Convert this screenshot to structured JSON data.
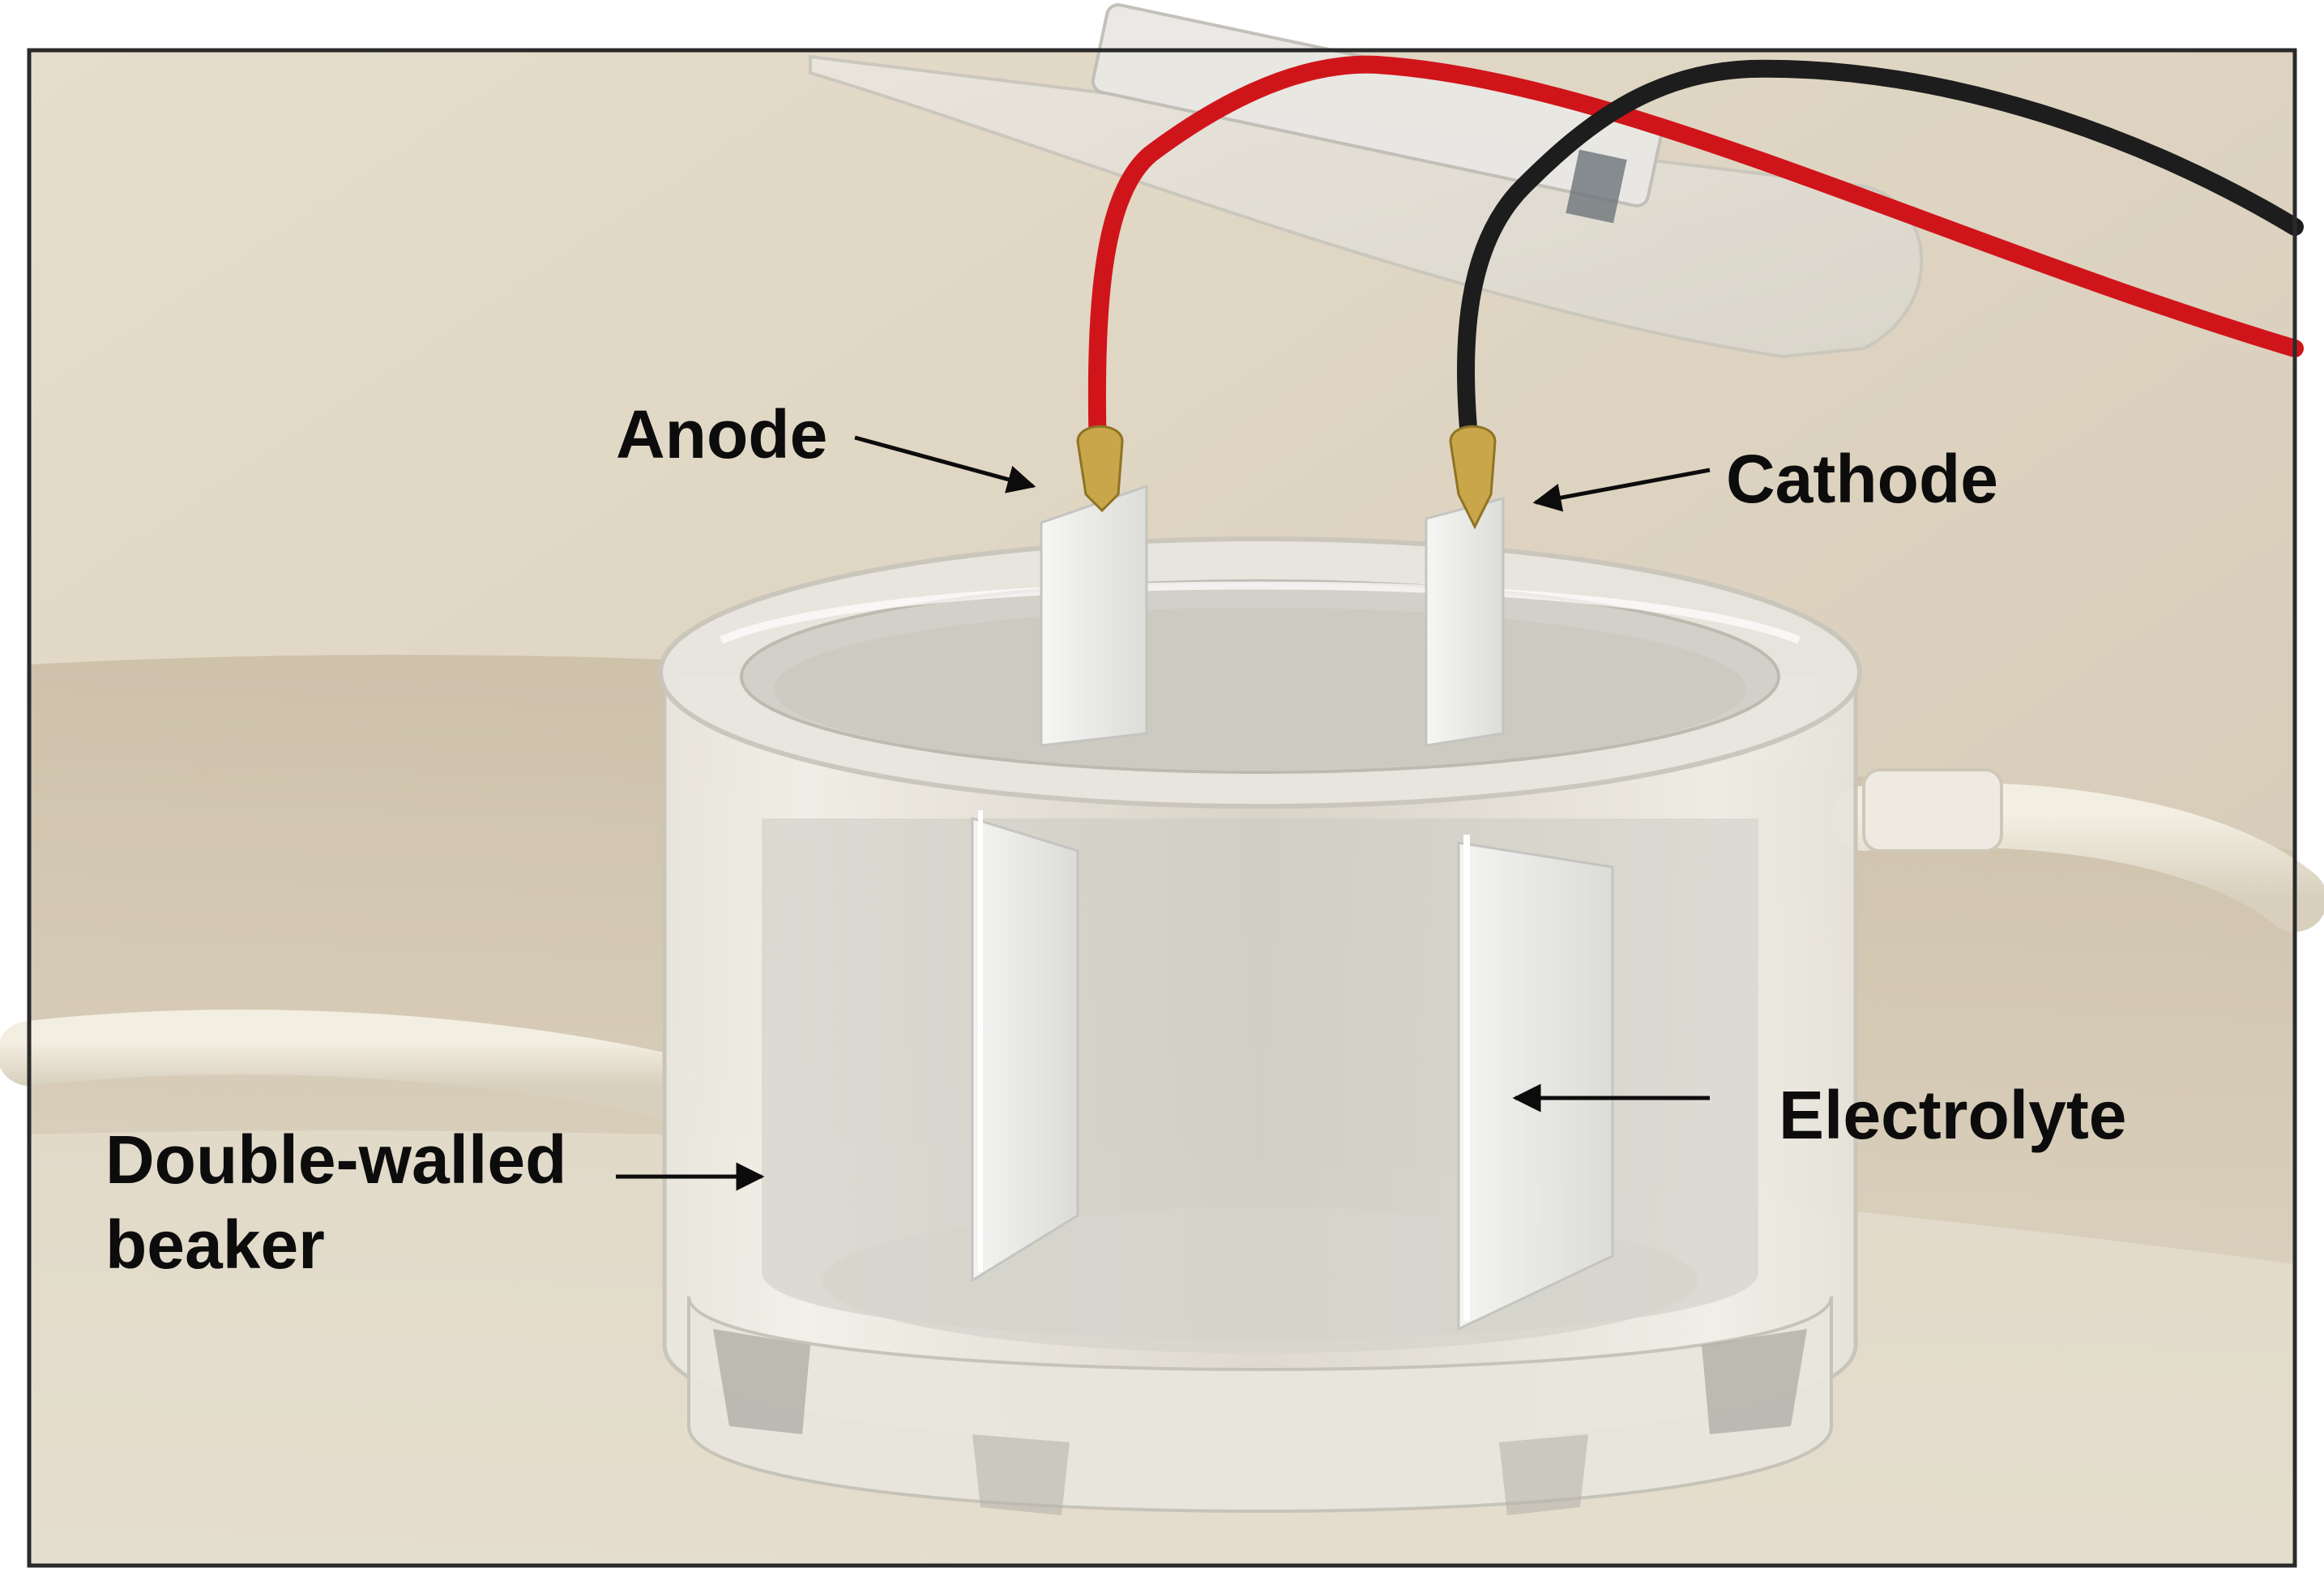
{
  "labels": {
    "anode": "Anode",
    "cathode": "Cathode",
    "electrolyte": "Electrolyte",
    "beaker_line1": "Double-walled",
    "beaker_line2": "beaker"
  },
  "colors": {
    "background": "#ddd4c2",
    "frame": "#2a2a2a",
    "red_wire": "#d0151a",
    "black_wire": "#1d1d1d",
    "glass": "#e4e2da",
    "electrode": "#ececea",
    "connector": "#c9a64a",
    "hose": "#ece6d8",
    "label_text": "#0c0c0c"
  }
}
